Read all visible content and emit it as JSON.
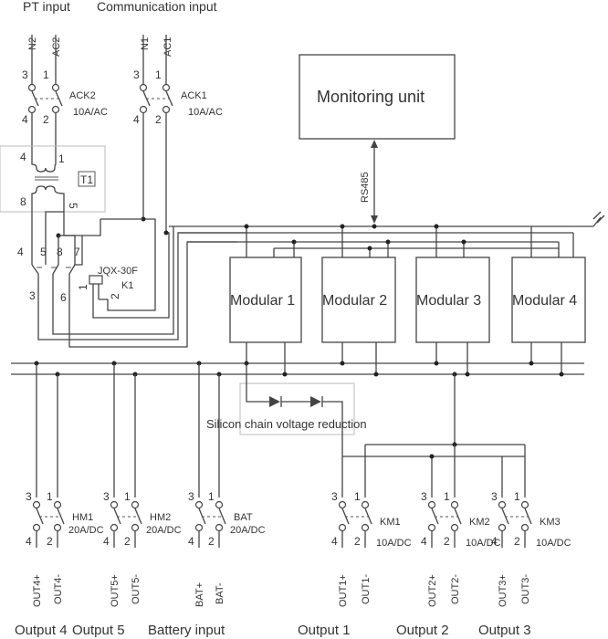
{
  "headers": {
    "pt": "PT input",
    "comm": "Communication input"
  },
  "monitoring": {
    "label": "Monitoring unit",
    "link": "RS485"
  },
  "modules": [
    "Modular 1",
    "Modular 2",
    "Modular 3",
    "Modular 4"
  ],
  "input_breakers": [
    {
      "name": "ACK2",
      "rating": "10A/AC",
      "top_left": "N2",
      "top_right": "AC2"
    },
    {
      "name": "ACK1",
      "rating": "10A/AC",
      "top_left": "N1",
      "top_right": "AC1"
    }
  ],
  "terminals": {
    "tl": "3",
    "tr": "1",
    "bl": "4",
    "br": "2"
  },
  "transformer": {
    "name": "T1",
    "p1": "4",
    "p2": "1",
    "p3": "8",
    "p4": "5"
  },
  "relay": {
    "model": "JQX-30F",
    "name": "K1",
    "top": [
      "4",
      "5",
      "8",
      "7"
    ],
    "bottom": [
      "3",
      "6",
      "1",
      "2"
    ]
  },
  "silicon": "Silicon chain voltage reduction",
  "outputs": [
    {
      "name": "HM1",
      "rating": "20A/DC",
      "pos": "OUT4+",
      "neg": "OUT4-",
      "caption": "Output 4"
    },
    {
      "name": "HM2",
      "rating": "20A/DC",
      "pos": "OUT5+",
      "neg": "OUT5-",
      "caption": "Output 5"
    },
    {
      "name": "BAT",
      "rating": "20A/DC",
      "pos": "BAT+",
      "neg": "BAT-",
      "caption": "Battery input"
    },
    {
      "name": "KM1",
      "rating": "10A/DC",
      "pos": "OUT1+",
      "neg": "OUT1-",
      "caption": "Output 1"
    },
    {
      "name": "KM2",
      "rating": "10A/DC",
      "pos": "OUT2+",
      "neg": "OUT2-",
      "caption": "Output 2"
    },
    {
      "name": "KM3",
      "rating": "10A/DC",
      "pos": "OUT3+",
      "neg": "OUT3-",
      "caption": "Output 3"
    }
  ]
}
